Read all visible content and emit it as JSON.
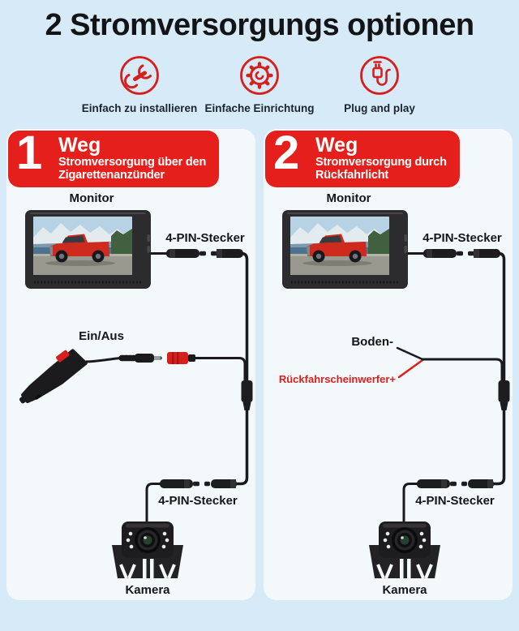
{
  "title": "2 Stromversorgungs optionen",
  "colors": {
    "background": "#d6eaf7",
    "panel": "#f3f8fb",
    "accent_red": "#e5201c",
    "label_red": "#df1f1d",
    "text_dark": "#14161a",
    "wire_black": "#1a1a1c",
    "truck_red": "#ce2a1e"
  },
  "features": [
    {
      "icon": "wrench-icon",
      "label": "Einfach zu installieren"
    },
    {
      "icon": "gear-icon",
      "label": "Einfache Einrichtung"
    },
    {
      "icon": "plug-icon",
      "label": "Plug and play"
    }
  ],
  "panels": [
    {
      "number": "1",
      "heading": "Weg",
      "subheading_line1": "Stromversorgung über den",
      "subheading_line2": "Zigarettenanzünder",
      "labels": {
        "monitor": "Monitor",
        "pin_top": "4-PIN-Stecker",
        "switch": "Ein/Aus",
        "pin_bottom": "4-PIN-Stecker",
        "camera": "Kamera"
      }
    },
    {
      "number": "2",
      "heading": "Weg",
      "subheading_line1": "Stromversorgung durch",
      "subheading_line2": "Rückfahrlicht",
      "labels": {
        "monitor": "Monitor",
        "pin_top": "4-PIN-Stecker",
        "ground": "Boden-",
        "reverse_light": "Rückfahrscheinwerfer+",
        "pin_bottom": "4-PIN-Stecker",
        "camera": "Kamera"
      }
    }
  ]
}
